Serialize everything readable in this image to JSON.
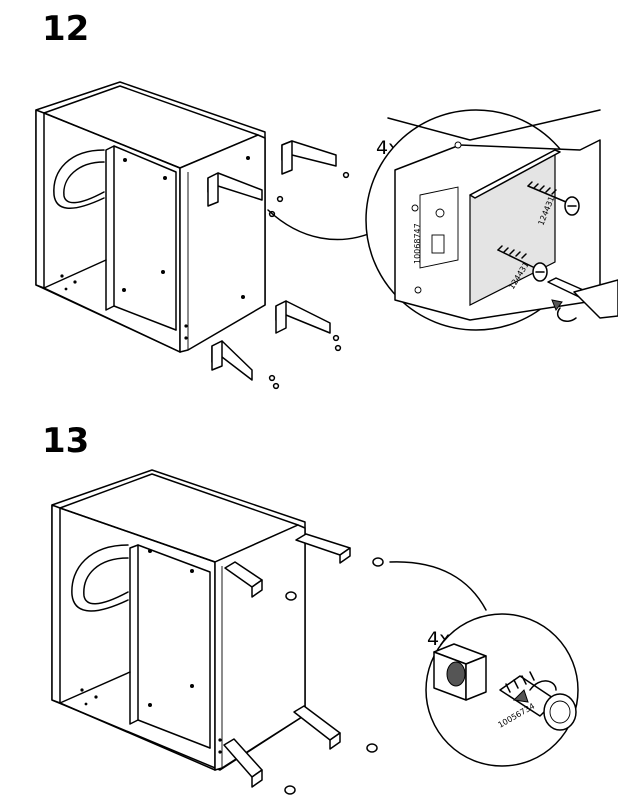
{
  "steps": [
    {
      "number": "12",
      "quantity": "4x",
      "part_codes": [
        "10068747",
        "124431",
        "124431"
      ]
    },
    {
      "number": "13",
      "quantity": "4x",
      "part_codes": [
        "10056734"
      ]
    }
  ]
}
